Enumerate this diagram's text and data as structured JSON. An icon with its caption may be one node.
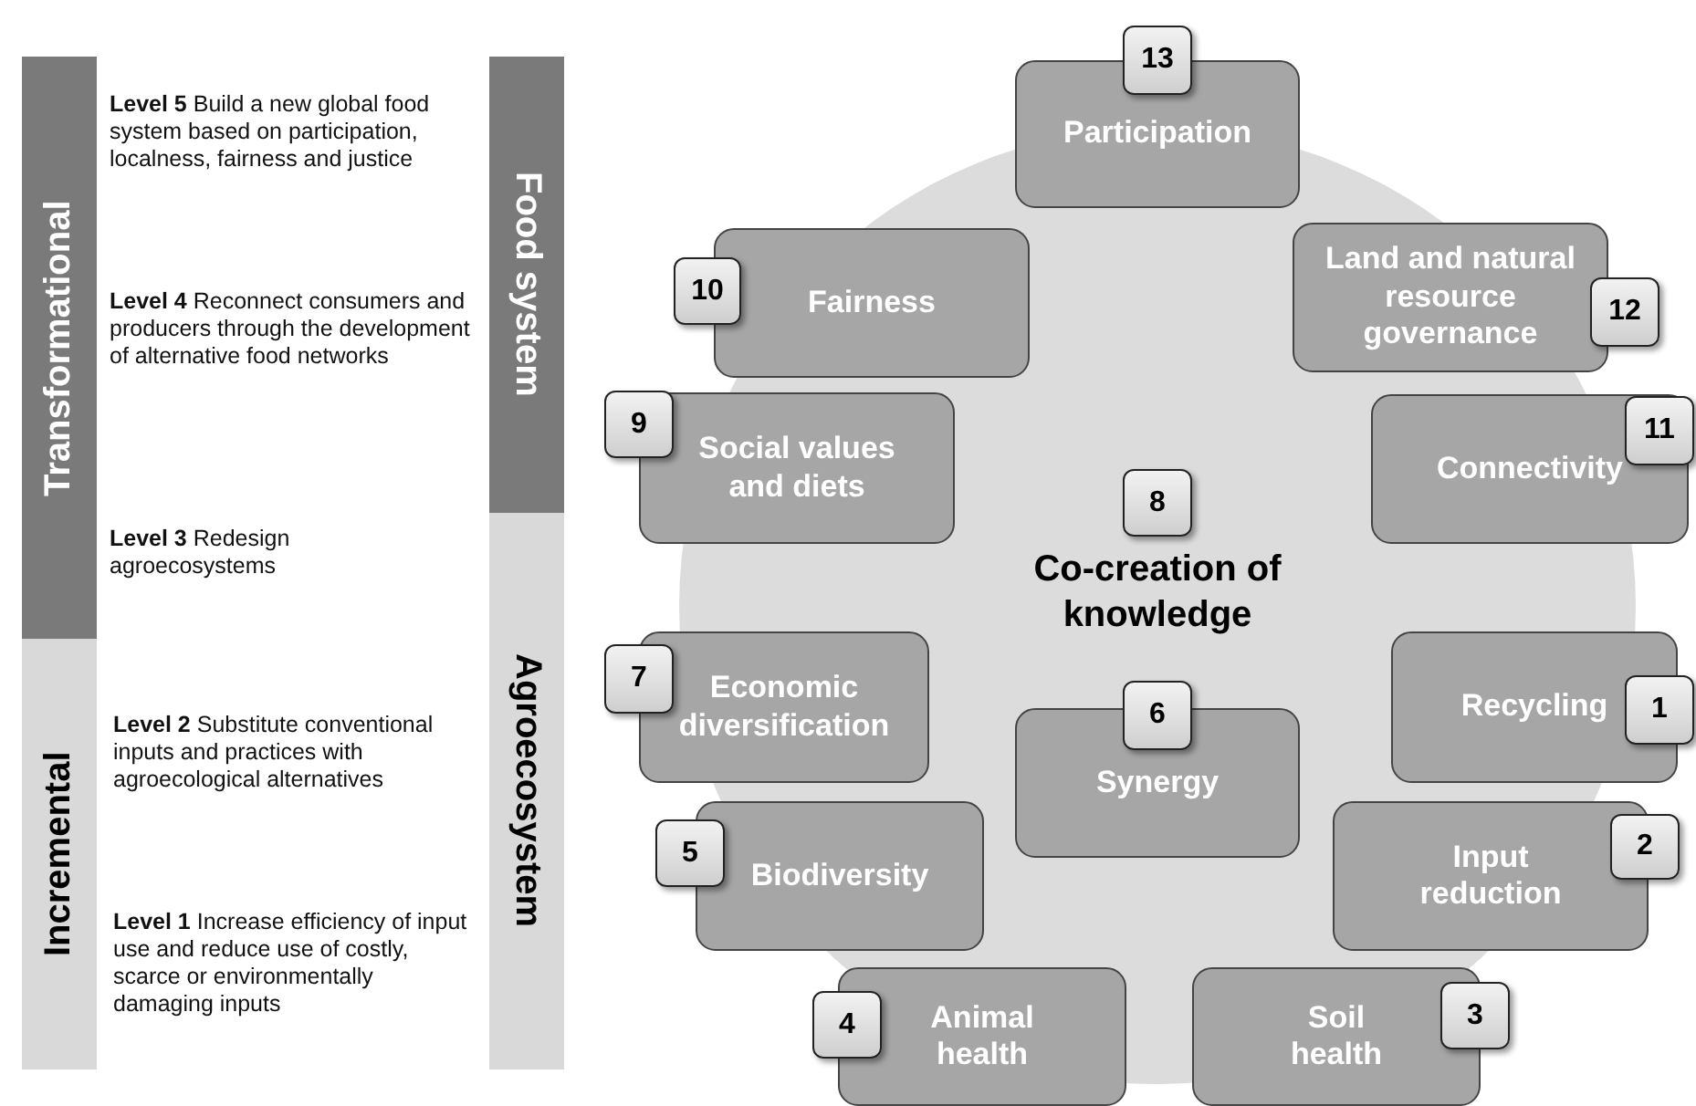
{
  "diagram": {
    "nodes": [
      {
        "text": [
          "Transformational"
        ]
      },
      {
        "text": [
          "Incremental"
        ]
      },
      {
        "text": [
          "Food system"
        ]
      },
      {
        "text": [
          "Agroecosystem"
        ]
      },
      {
        "text": [
          "Co-creation of knowledge"
        ]
      },
      {
        "text": [
          "13"
        ]
      },
      {
        "text": [
          "Participation"
        ]
      },
      {
        "text": [
          "10"
        ]
      },
      {
        "text": [
          "Fairness"
        ]
      },
      {
        "text": [
          "Land and natural resource governance"
        ]
      },
      {
        "text": [
          "12"
        ]
      },
      {
        "text": [
          "9"
        ]
      },
      {
        "text": [
          "Social values and diets"
        ]
      },
      {
        "text": [
          "Connectivity"
        ]
      },
      {
        "text": [
          "11"
        ]
      },
      {
        "text": [
          "8"
        ]
      },
      {
        "text": [
          "7"
        ]
      },
      {
        "text": [
          "Economic diversification"
        ]
      },
      {
        "text": [
          "Recycling"
        ]
      },
      {
        "text": [
          "1"
        ]
      },
      {
        "text": [
          "6"
        ]
      },
      {
        "text": [
          "Synergy"
        ]
      },
      {
        "text": [
          "5"
        ]
      },
      {
        "text": [
          "Biodiversity"
        ]
      },
      {
        "text": [
          "Input reduction"
        ]
      },
      {
        "text": [
          "2"
        ]
      },
      {
        "text": [
          "4"
        ]
      },
      {
        "text": [
          "Animal health"
        ]
      },
      {
        "text": [
          "Soil health"
        ]
      },
      {
        "text": [
          "3"
        ]
      }
    ],
    "labels": [
      "**Level 5** Build a new global food system based on participation, localness, fairness and justice",
      "**Level 4** Reconnect consumers and producers through the development of alternative food networks",
      "**Level 3** Redesign agroecosystems",
      "**Level 2** Substitute conventional inputs and practices with agroecological alternatives",
      "**Level 1** Increase efficiency of input use and reduce use of costly, scarce or environmentally damaging inputs"
    ]
  }
}
